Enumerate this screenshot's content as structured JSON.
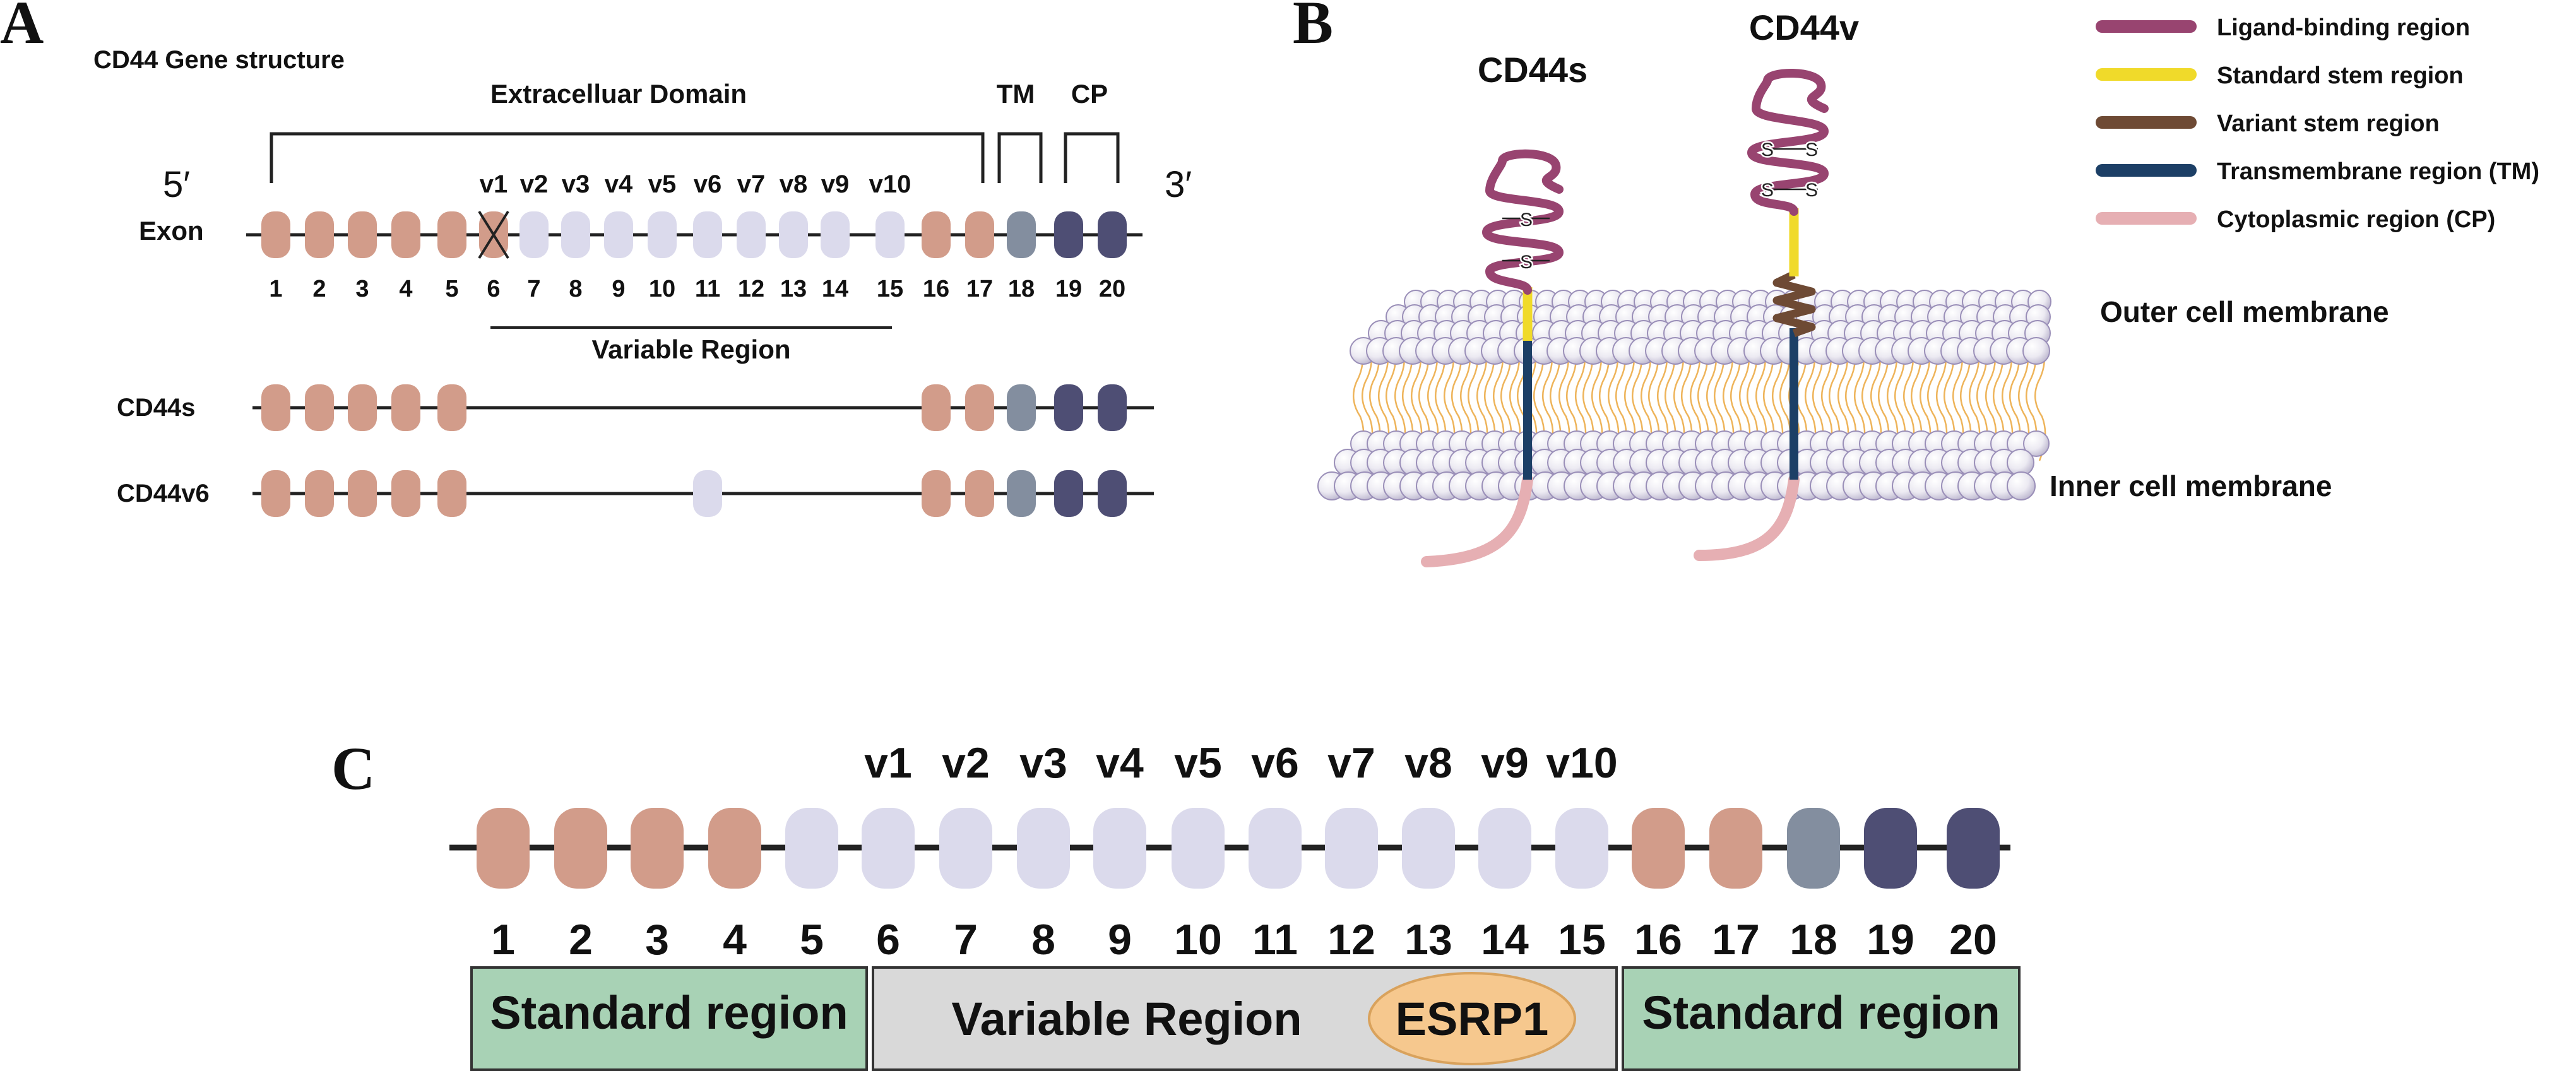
{
  "colors": {
    "standard_exon": "#D29C8A",
    "variable_exon": "#DBDAEC",
    "tm_exon": "#838E9F",
    "cp_exon": "#4E4E74",
    "ligand": "#984470",
    "standard_stem": "#F0DA2A",
    "variant_stem": "#6E4A34",
    "transmembrane": "#1C3F66",
    "cytoplasmic": "#E6AFB3",
    "lipid_tail": "#EEB45A",
    "region_green": "#A8D2B5",
    "region_grey": "#D9D9D9",
    "esrp1": "#F6C88E"
  },
  "panel_a": {
    "letter": "A",
    "title": "CD44 Gene structure",
    "extracellular_label": "Extracelluar Domain",
    "tm_label": "TM",
    "cp_label": "CP",
    "five_prime": "5′",
    "three_prime": "3′",
    "exon_label": "Exon",
    "variant_labels": [
      "v1",
      "v2",
      "v3",
      "v4",
      "v5",
      "v6",
      "v7",
      "v8",
      "v9",
      "v10"
    ],
    "exon_numbers": [
      "1",
      "2",
      "3",
      "4",
      "5",
      "6",
      "7",
      "8",
      "9",
      "10",
      "11",
      "12",
      "13",
      "14",
      "15",
      "16",
      "17",
      "18",
      "19",
      "20"
    ],
    "exon_types": [
      "standard",
      "standard",
      "standard",
      "standard",
      "standard",
      "excluded",
      "variable",
      "variable",
      "variable",
      "variable",
      "variable",
      "variable",
      "variable",
      "variable",
      "variable",
      "standard",
      "standard",
      "tm",
      "cp",
      "cp"
    ],
    "variable_region_label": "Variable Region",
    "isoforms": [
      {
        "name": "CD44s",
        "exons": [
          "standard",
          "standard",
          "standard",
          "standard",
          "standard",
          "none",
          "none",
          "none",
          "none",
          "none",
          "none",
          "none",
          "none",
          "none",
          "none",
          "standard",
          "standard",
          "tm",
          "cp",
          "cp"
        ]
      },
      {
        "name": "CD44v6",
        "exons": [
          "standard",
          "standard",
          "standard",
          "standard",
          "standard",
          "none",
          "none",
          "none",
          "none",
          "none",
          "variable",
          "none",
          "none",
          "none",
          "none",
          "standard",
          "standard",
          "tm",
          "cp",
          "cp"
        ]
      }
    ]
  },
  "panel_b": {
    "letter": "B",
    "cd44s_label": "CD44s",
    "cd44v_label": "CD44v",
    "disulfide": "S",
    "outer_membrane": "Outer cell membrane",
    "inner_membrane": "Inner cell membrane",
    "legend": [
      {
        "label": "Ligand-binding region",
        "color_key": "ligand"
      },
      {
        "label": "Standard stem region",
        "color_key": "standard_stem"
      },
      {
        "label": "Variant stem region",
        "color_key": "variant_stem"
      },
      {
        "label": "Transmembrane region (TM)",
        "color_key": "transmembrane"
      },
      {
        "label": "Cytoplasmic region (CP)",
        "color_key": "cytoplasmic"
      }
    ]
  },
  "panel_c": {
    "letter": "C",
    "variant_labels": [
      "v1",
      "v2",
      "v3",
      "v4",
      "v5",
      "v6",
      "v7",
      "v8",
      "v9",
      "v10"
    ],
    "exon_numbers": [
      "1",
      "2",
      "3",
      "4",
      "5",
      "6",
      "7",
      "8",
      "9",
      "10",
      "11",
      "12",
      "13",
      "14",
      "15",
      "16",
      "17",
      "18",
      "19",
      "20"
    ],
    "exon_types": [
      "standard",
      "standard",
      "standard",
      "standard",
      "variable",
      "variable",
      "variable",
      "variable",
      "variable",
      "variable",
      "variable",
      "variable",
      "variable",
      "variable",
      "variable",
      "standard",
      "standard",
      "tm",
      "cp",
      "cp"
    ],
    "standard_region_left": "Standard region",
    "variable_region": "Variable Region",
    "esrp1": "ESRP1",
    "standard_region_right": "Standard region"
  }
}
